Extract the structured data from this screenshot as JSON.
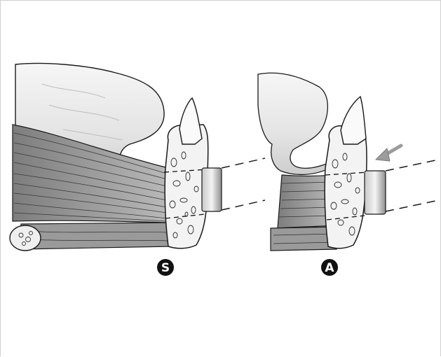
{
  "panels": [
    {
      "id": "s",
      "label": "S"
    },
    {
      "id": "a",
      "label": "A"
    }
  ],
  "colors": {
    "outline": "#1a1a1a",
    "tissue_light": "#ececec",
    "tissue_mid": "#cfcfcf",
    "muscle_dark": "#7a7a7a",
    "bone_fill": "#f2f2f2",
    "arrow_accent": "#9c9c9c",
    "badge": "#111111"
  },
  "icons": {
    "arrow": "force-arrow-icon",
    "bracket": "orthodontic-bracket-icon"
  }
}
